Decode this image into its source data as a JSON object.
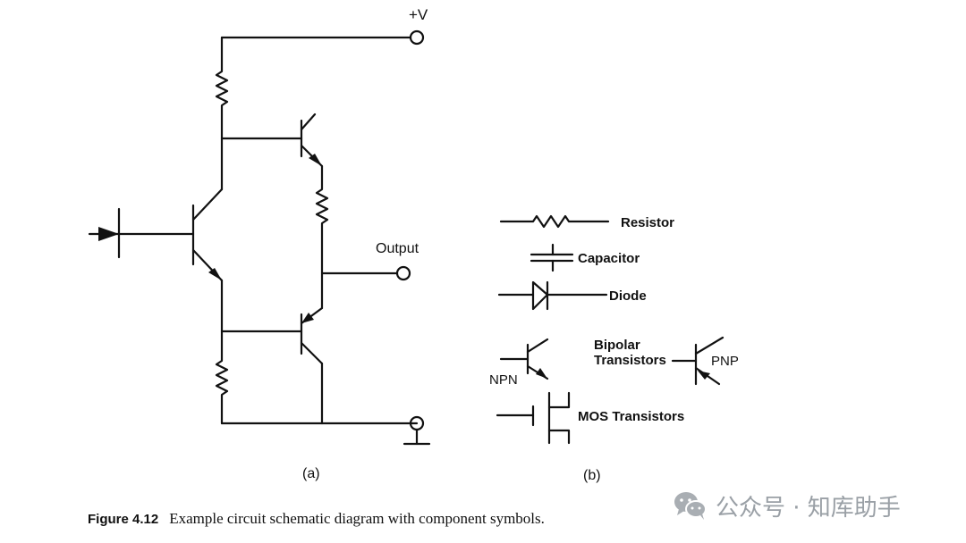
{
  "diagram": {
    "labels": {
      "supply": "+V",
      "output": "Output",
      "part_a": "(a)",
      "part_b": "(b)"
    },
    "legend": {
      "resistor": "Resistor",
      "capacitor": "Capacitor",
      "diode": "Diode",
      "bipolar_line1": "Bipolar",
      "bipolar_line2": "Transistors",
      "npn": "NPN",
      "pnp": "PNP",
      "mos": "MOS Transistors"
    }
  },
  "caption": {
    "figure_number": "Figure 4.12",
    "text": "Example circuit schematic diagram with component symbols."
  },
  "watermark": {
    "text": "公众号 · 知库助手",
    "icon": "wechat-icon"
  }
}
